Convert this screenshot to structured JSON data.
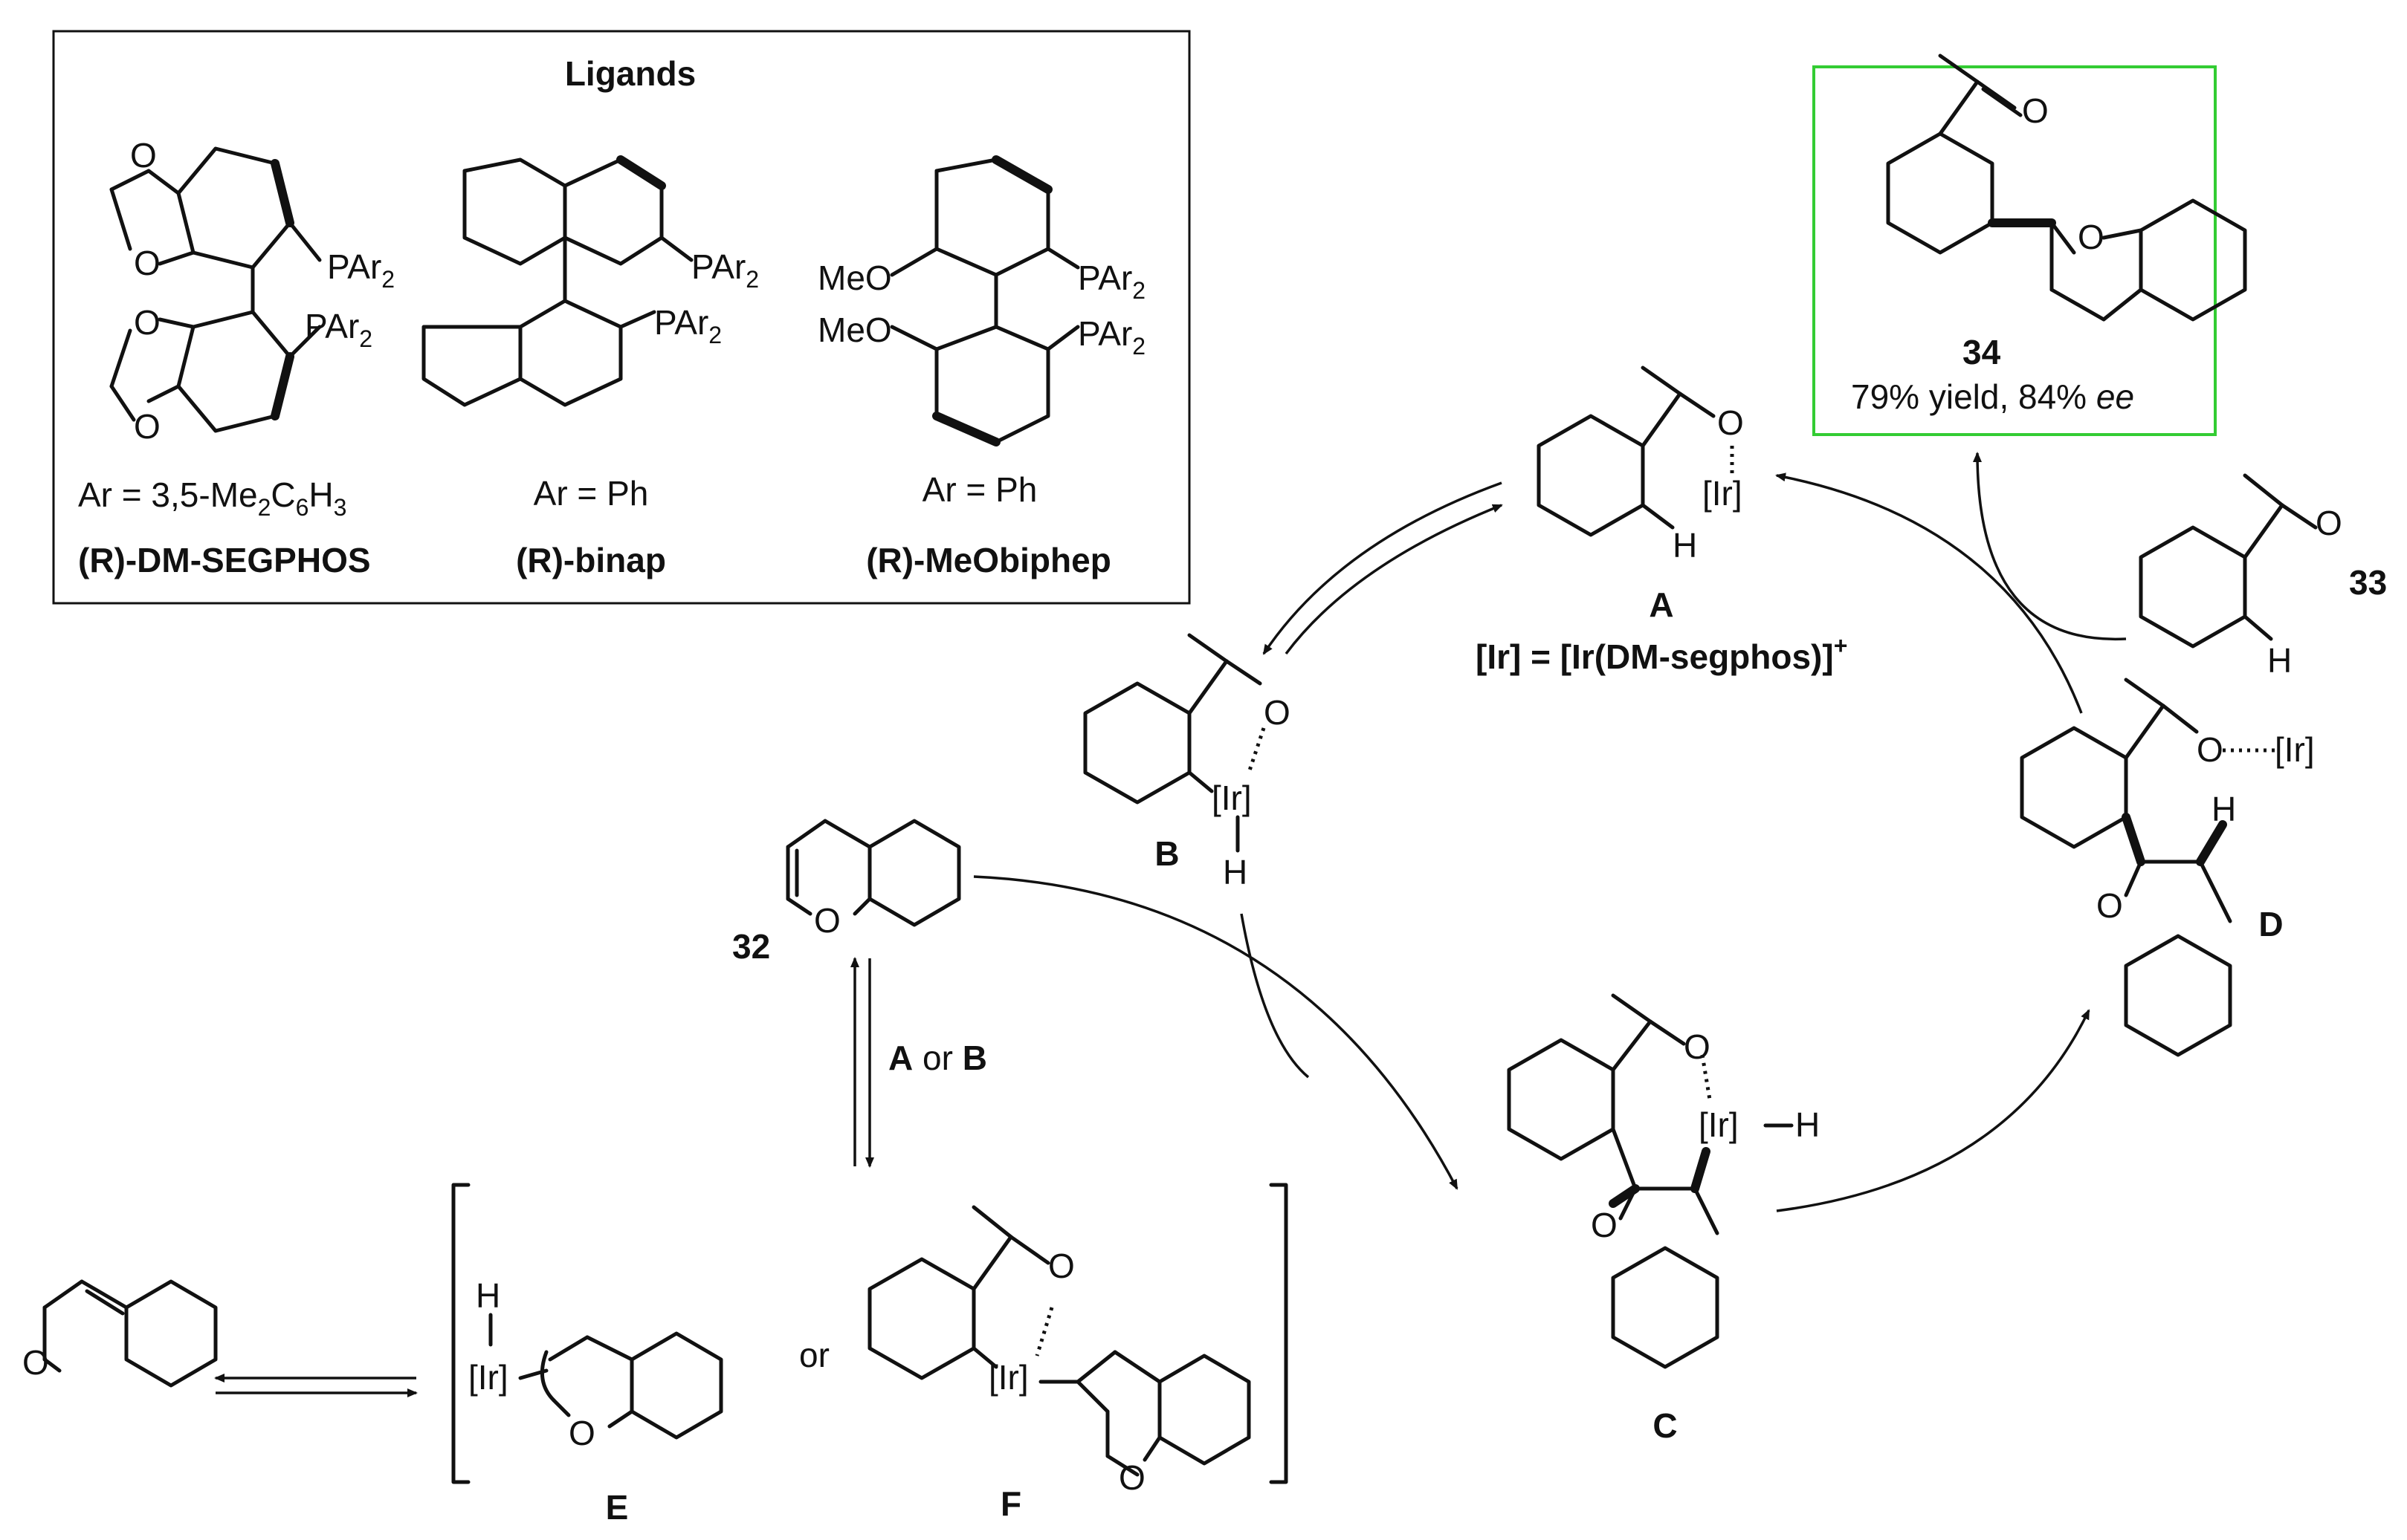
{
  "ligands_box": {
    "title": "Ligands",
    "ligands": [
      {
        "name": "(R)-DM-SEGPHOS",
        "ar_text": "Ar = 3,5-Me",
        "ar_sub1": "2",
        "ar_mid": "C",
        "ar_sub2": "6",
        "ar_end": "H",
        "ar_sub3": "3"
      },
      {
        "name": "(R)-binap",
        "ar_text": "Ar = Ph"
      },
      {
        "name": "(R)-MeObiphep",
        "ar_text": "Ar = Ph"
      }
    ],
    "atom_pr": "PAr",
    "atom_pr_sub": "2",
    "atom_meo": "MeO",
    "atom_o": "O"
  },
  "product": {
    "compound": "34",
    "result": "79% yield, 84% ",
    "ee": "ee",
    "box_color": "#33cc33"
  },
  "catalyst_def": "[Ir] = [Ir(DM-segphos)]",
  "catalyst_charge": "+",
  "intermediates": {
    "A": "A",
    "B": "B",
    "C": "C",
    "D": "D",
    "E": "E",
    "F": "F"
  },
  "compounds": {
    "c32": "32",
    "c33": "33"
  },
  "atoms": {
    "ir": "[Ir]",
    "h": "H",
    "o": "O",
    "or": "or"
  },
  "equilibrium_label": {
    "a": "A",
    "or": " or ",
    "b": "B"
  }
}
